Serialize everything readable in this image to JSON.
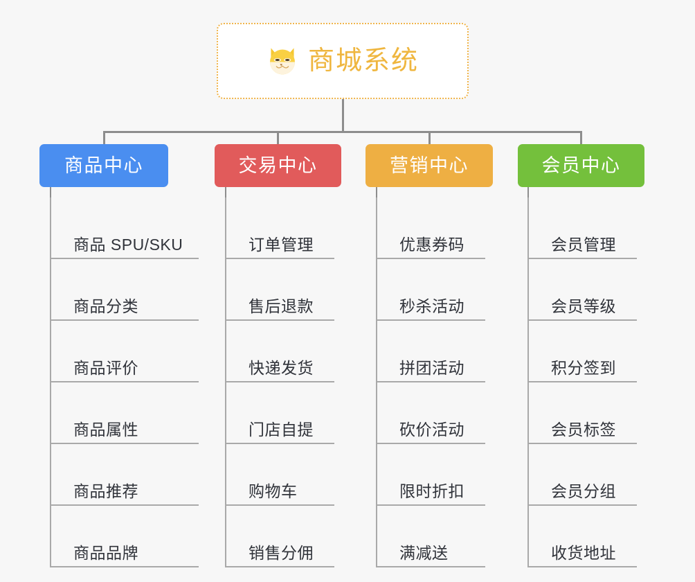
{
  "diagram": {
    "type": "org-chart",
    "title": "商城系统",
    "background_color": "#f7f7f7",
    "root": {
      "label": "商城系统",
      "icon": "shiba-dog-icon",
      "text_color": "#efb63f",
      "border_color": "#f0b44a",
      "fill_color": "#ffffff"
    },
    "connector_color": "#8d8d8d",
    "leaf_line_color": "#a9a9a9",
    "leaf_text_color": "#30333a",
    "columns": [
      {
        "label": "商品中心",
        "color": "#4a8ef0",
        "items": [
          "商品 SPU/SKU",
          "商品分类",
          "商品评价",
          "商品属性",
          "商品推荐",
          "商品品牌"
        ]
      },
      {
        "label": "交易中心",
        "color": "#e15b5b",
        "items": [
          "订单管理",
          "售后退款",
          "快递发货",
          "门店自提",
          "购物车",
          "销售分佣"
        ]
      },
      {
        "label": "营销中心",
        "color": "#eeaf43",
        "items": [
          "优惠券码",
          "秒杀活动",
          "拼团活动",
          "砍价活动",
          "限时折扣",
          "满减送"
        ]
      },
      {
        "label": "会员中心",
        "color": "#74c03c",
        "items": [
          "会员管理",
          "会员等级",
          "积分签到",
          "会员标签",
          "会员分组",
          "收货地址"
        ]
      }
    ]
  }
}
